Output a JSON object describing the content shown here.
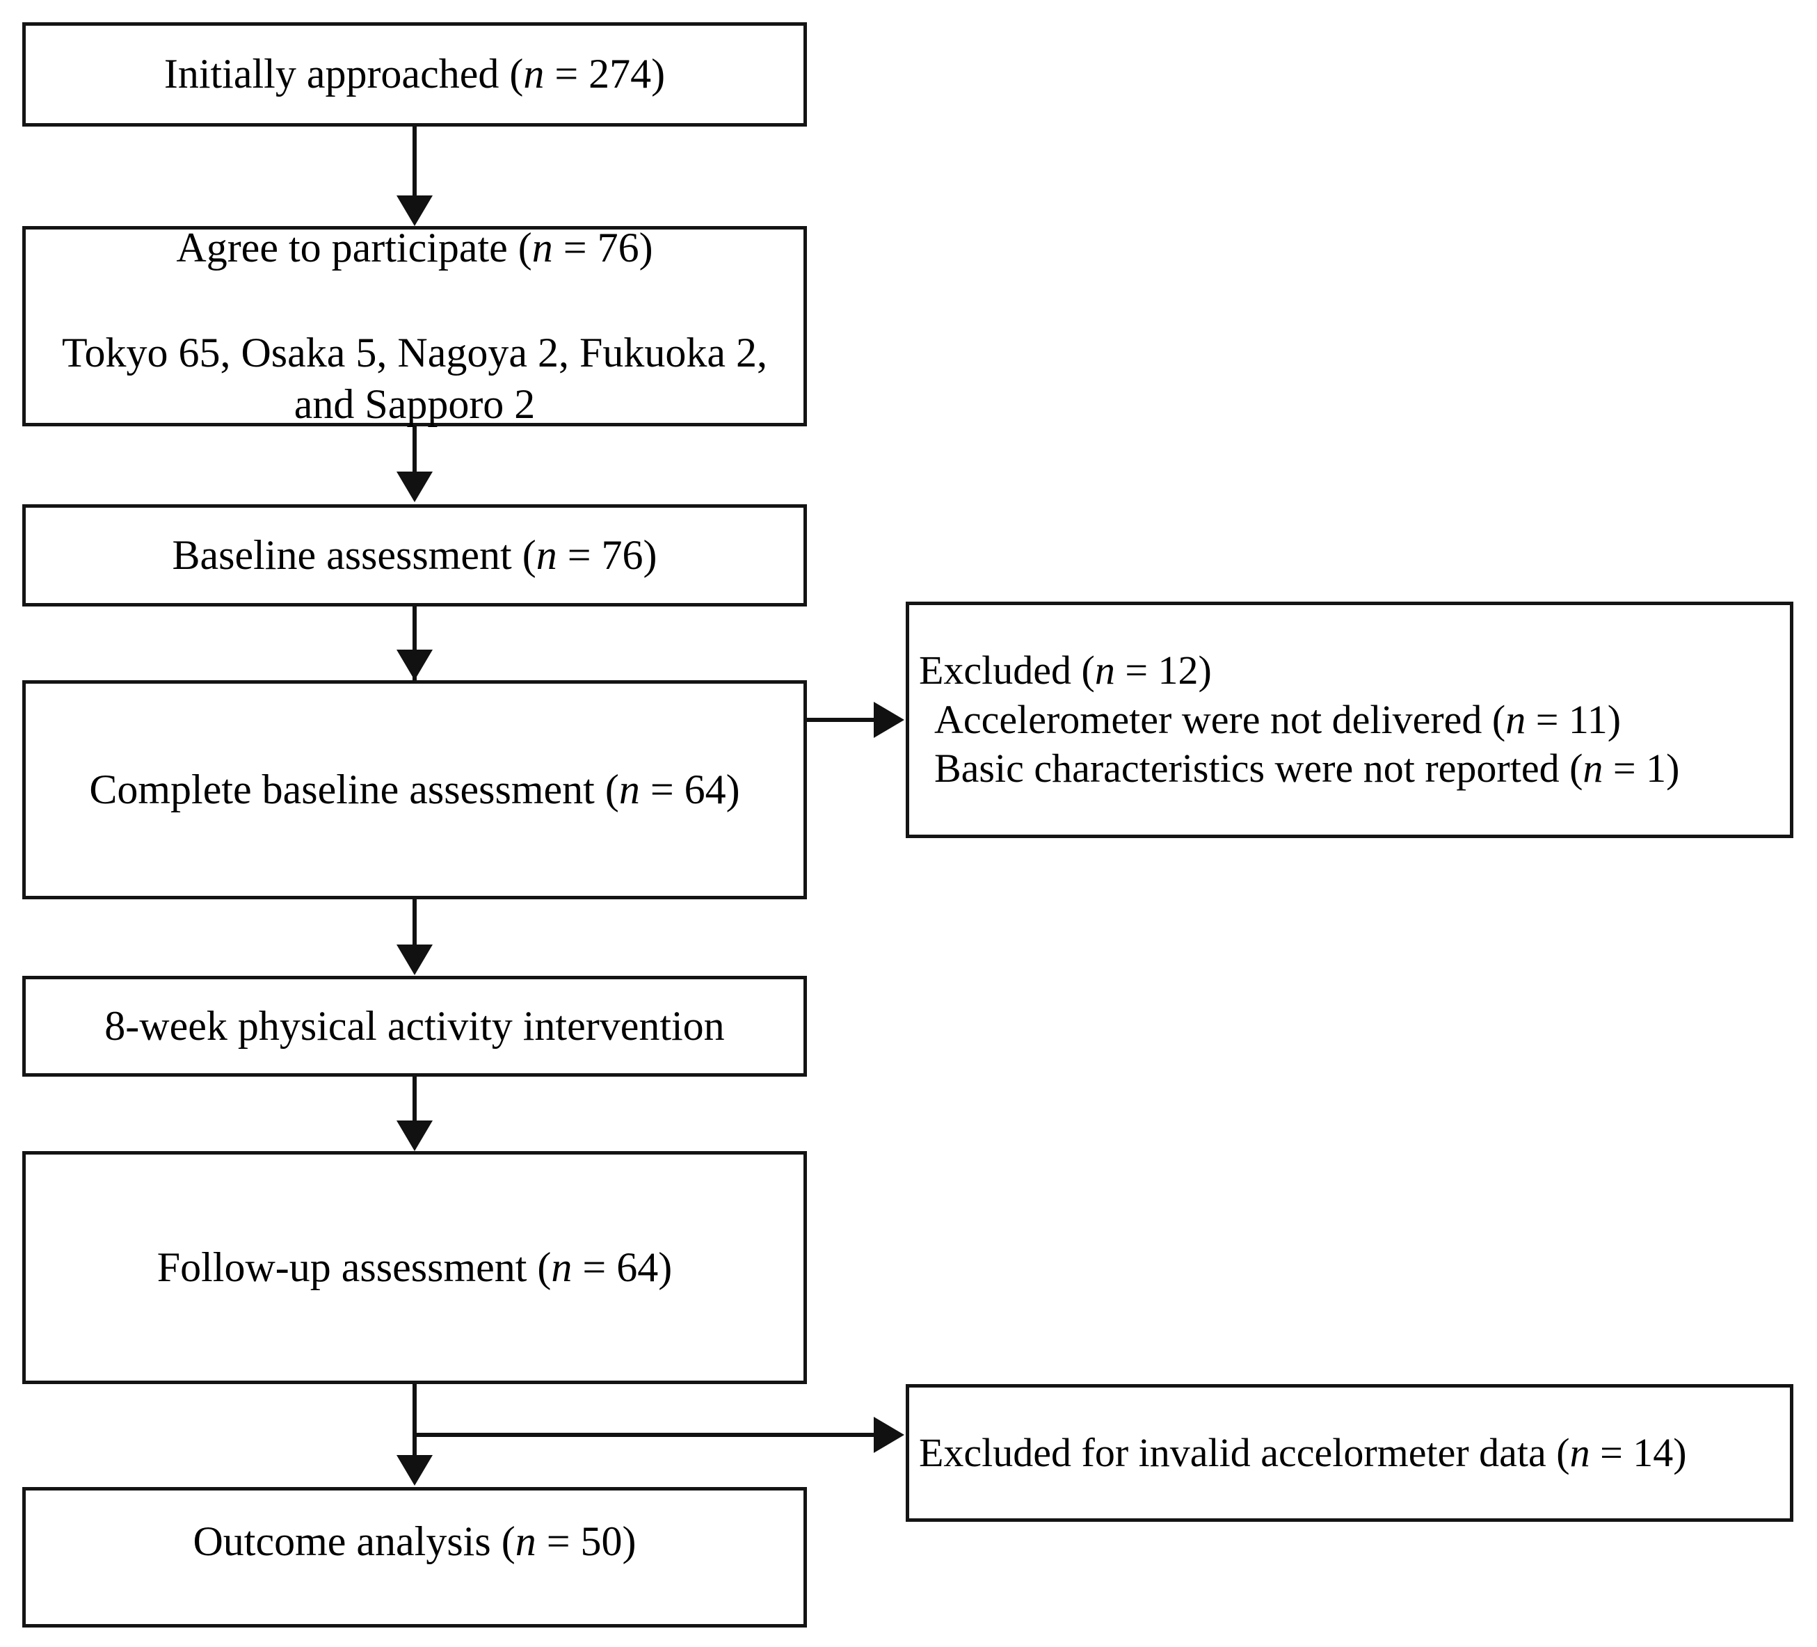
{
  "figure": {
    "type": "participant-flow-diagram",
    "title": "Study participant flow",
    "colors": {
      "box_border": "#141414",
      "connector": "#111111",
      "background": "#ffffff",
      "text": "#000000"
    }
  },
  "nodes": {
    "initially_approached": {
      "label": "Initially approached (n = 274)",
      "text": "Initially approached (",
      "italic": "n",
      "value": " = 274)"
    },
    "agree_to_participate": {
      "line1_text": "Agree to participate (",
      "line1_italic": "n",
      "line1_value": " = 76)",
      "line2": "Tokyo 65, Osaka 5, Nagoya 2, Fukuoka 2,",
      "line3": "and Sapporo 2"
    },
    "baseline_assessment": {
      "text": "Baseline assessment (",
      "italic": "n",
      "value": " = 76)"
    },
    "complete_baseline_assessment": {
      "text": "Complete baseline assessment (",
      "italic": "n",
      "value": " = 64)"
    },
    "intervention": {
      "text": "8-week physical activity intervention"
    },
    "followup_assessment": {
      "text": "Follow-up assessment (",
      "italic": "n",
      "value": " = 64)"
    },
    "outcome_analysis": {
      "text": "Outcome analysis (",
      "italic": "n",
      "value": " = 50)"
    },
    "excluded_baseline": {
      "line1_text": "Excluded (",
      "line1_italic": "n",
      "line1_value": " = 12)",
      "line2_text": "Accelerometer were not delivered (",
      "line2_italic": "n",
      "line2_value": " = 11)",
      "line3_text": "Basic characteristics were not reported (",
      "line3_italic": "n",
      "line3_value": " = 1)"
    },
    "excluded_invalid": {
      "text": "Excluded for invalid accelormeter data (",
      "italic": "n",
      "value": " = 14)"
    }
  },
  "chart_data": {
    "type": "flowchart",
    "title": "Participant flow",
    "stages": [
      {
        "id": "initially_approached",
        "label": "Initially approached",
        "n": 274
      },
      {
        "id": "agree_to_participate",
        "label": "Agree to participate",
        "n": 76,
        "breakdown": [
          {
            "site": "Tokyo",
            "n": 65
          },
          {
            "site": "Osaka",
            "n": 5
          },
          {
            "site": "Nagoya",
            "n": 2
          },
          {
            "site": "Fukuoka",
            "n": 2
          },
          {
            "site": "Sapporo",
            "n": 2
          }
        ]
      },
      {
        "id": "baseline_assessment",
        "label": "Baseline assessment",
        "n": 76
      },
      {
        "id": "complete_baseline_assessment",
        "label": "Complete baseline assessment",
        "n": 64
      },
      {
        "id": "intervention",
        "label": "8-week physical activity intervention",
        "n": null
      },
      {
        "id": "followup_assessment",
        "label": "Follow-up assessment",
        "n": 64
      },
      {
        "id": "outcome_analysis",
        "label": "Outcome analysis",
        "n": 50
      }
    ],
    "exclusions": [
      {
        "after": "baseline_assessment",
        "label": "Excluded",
        "n": 12,
        "reasons": [
          {
            "label": "Accelerometer were not delivered",
            "n": 11
          },
          {
            "label": "Basic characteristics were not reported",
            "n": 1
          }
        ]
      },
      {
        "after": "followup_assessment",
        "label": "Excluded for invalid accelormeter data",
        "n": 14,
        "reasons": []
      }
    ],
    "edges": [
      {
        "from": "initially_approached",
        "to": "agree_to_participate"
      },
      {
        "from": "agree_to_participate",
        "to": "baseline_assessment"
      },
      {
        "from": "baseline_assessment",
        "to": "complete_baseline_assessment"
      },
      {
        "from": "baseline_assessment",
        "to": "excluded_baseline"
      },
      {
        "from": "complete_baseline_assessment",
        "to": "intervention"
      },
      {
        "from": "intervention",
        "to": "followup_assessment"
      },
      {
        "from": "followup_assessment",
        "to": "outcome_analysis"
      },
      {
        "from": "followup_assessment",
        "to": "excluded_invalid"
      }
    ]
  }
}
